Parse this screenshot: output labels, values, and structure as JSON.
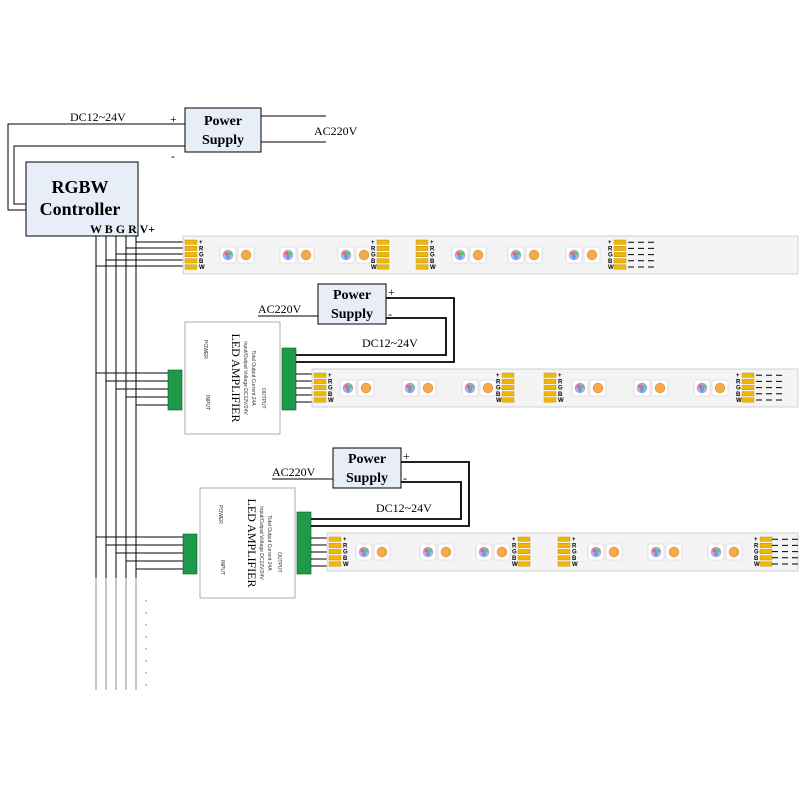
{
  "top_supply": {
    "line1": "Power",
    "line2": "Supply",
    "dc_label": "DC12~24V",
    "ac_label": "AC220V",
    "plus": "+",
    "minus": "-"
  },
  "controller": {
    "line1": "RGBW",
    "line2": "Controller",
    "pins": "W B G R V+"
  },
  "supply_2": {
    "line1": "Power",
    "line2": "Supply",
    "ac_label": "AC220V",
    "dc_label": "DC12~24V",
    "plus": "+",
    "minus": "-"
  },
  "supply_3": {
    "line1": "Power",
    "line2": "Supply",
    "ac_label": "AC220V",
    "dc_label": "DC12~24V",
    "plus": "+",
    "minus": "-"
  },
  "amplifier": {
    "title": "LED AMPLIFIER",
    "spec1": "Input/Output Voltage DC12V/24V",
    "spec2": "Total Output Current 24A",
    "input_label": "INPUT",
    "output_label": "OUTPUT",
    "power_label": "POWER"
  },
  "strip_pins": [
    "+",
    "R",
    "G",
    "B",
    "W"
  ],
  "colors": {
    "led_warm": "#f5a94a",
    "pin_yellow": "#f2b705",
    "terminal_green": "#1f9a4a",
    "box_fill": "#e8eef8"
  }
}
